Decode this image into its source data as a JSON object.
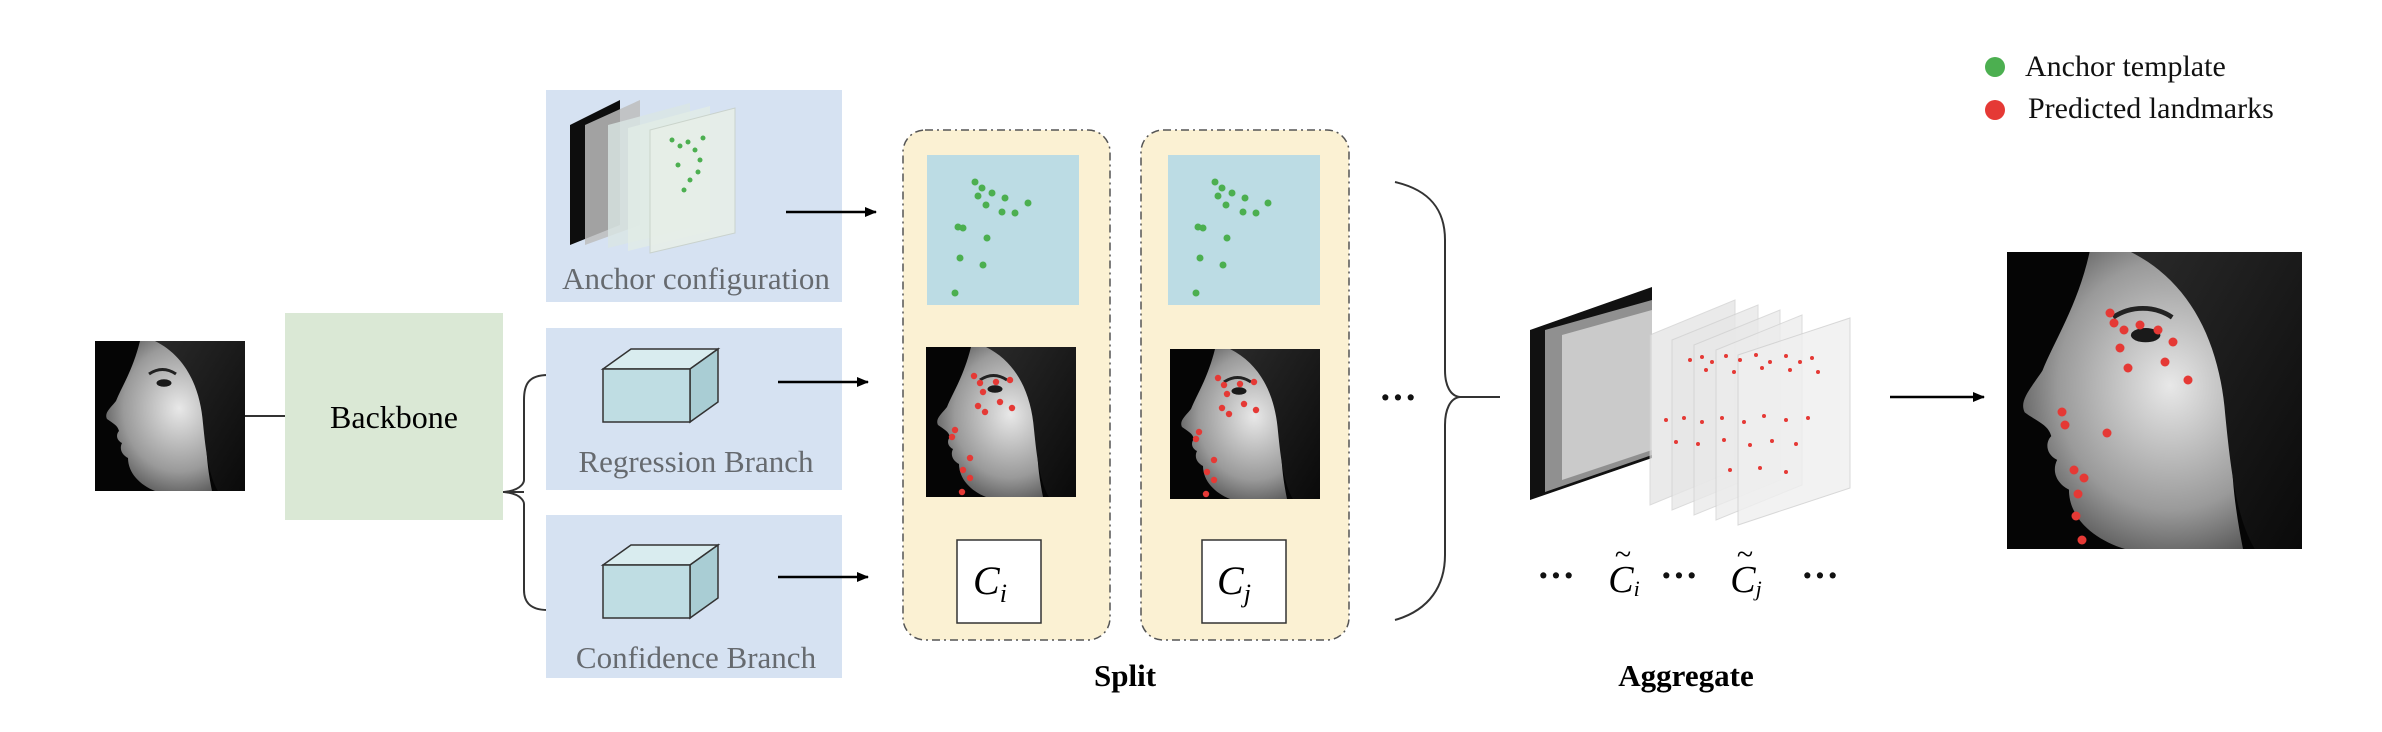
{
  "legend": {
    "items": [
      {
        "label": "Anchor template",
        "color": "#4caf50"
      },
      {
        "label": "Predicted landmarks",
        "color": "#e53935"
      }
    ]
  },
  "backbone": {
    "label": "Backbone",
    "color": "#dae8d5"
  },
  "branches": {
    "anchor_label": "Anchor configuration",
    "regression_label": "Regression Branch",
    "confidence_label": "Confidence Branch",
    "panel_color": "#d6e2f2"
  },
  "split": {
    "title": "Split",
    "ci_base": "C",
    "ci_sub": "i",
    "cj_base": "C",
    "cj_sub": "j",
    "panel_color": "#fbf1d3",
    "anchor_bg": "#bcdce4"
  },
  "ellipsis": "···",
  "aggregate": {
    "title": "Aggregate",
    "sequence": {
      "dots": "···",
      "ci_base": "C",
      "ci_sub": "i",
      "cj_base": "C",
      "cj_sub": "j",
      "tilde": "~"
    }
  },
  "colors": {
    "anchor_point": "#4caf50",
    "landmark": "#e53935",
    "box_edge": "#6a7a80",
    "cube_fill": "#bfdde3"
  }
}
